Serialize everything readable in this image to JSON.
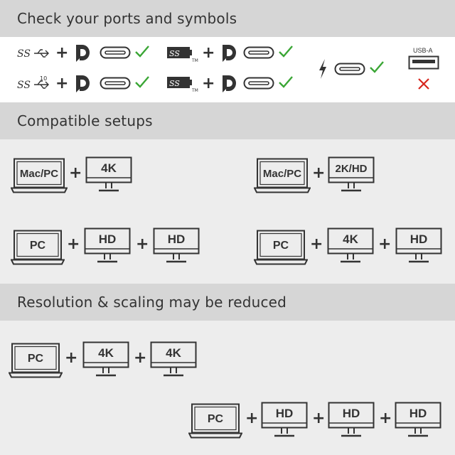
{
  "sections": {
    "ports_title": "Check your ports and symbols",
    "compatible_title": "Compatible setups",
    "reduced_title": "Resolution & scaling may be reduced"
  },
  "ports": {
    "usba_label": "USB-A",
    "plus": "+",
    "ss_text": "SS",
    "ss10_text": "10",
    "tm_text": "TM"
  },
  "colors": {
    "check": "#3aa635",
    "cross": "#d7261e",
    "ink": "#333333",
    "header_bg": "#d6d6d6",
    "panel_bg": "#ffffff",
    "page_bg": "#ededed"
  },
  "setups": {
    "row1_left": [
      "Mac/PC",
      "4K"
    ],
    "row1_right": [
      "Mac/PC",
      "2K/HD"
    ],
    "row2_left": [
      "PC",
      "HD",
      "HD"
    ],
    "row2_right": [
      "PC",
      "4K",
      "HD"
    ],
    "row3": [
      "PC",
      "4K",
      "4K"
    ],
    "row4": [
      "PC",
      "HD",
      "HD",
      "HD"
    ]
  }
}
